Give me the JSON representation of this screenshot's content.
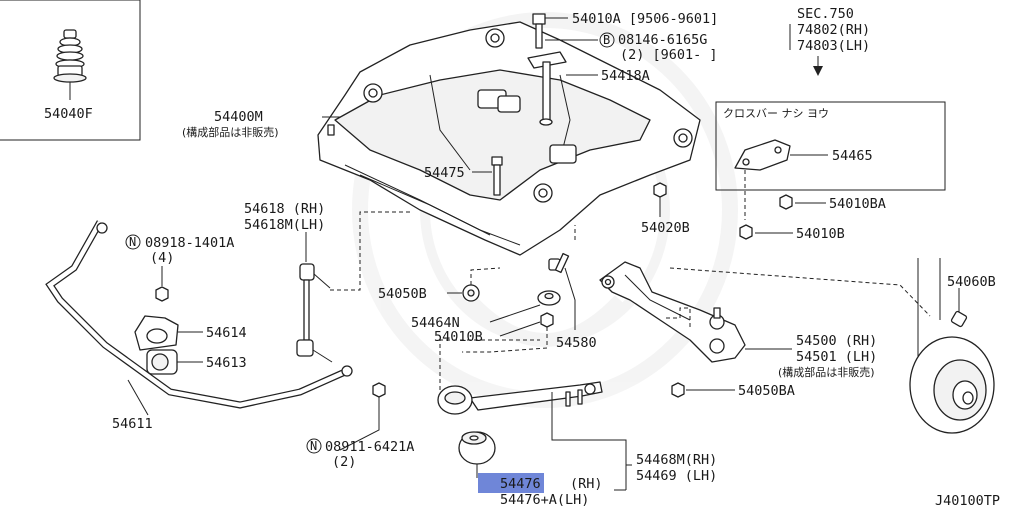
{
  "diagram_id": "J40100TP",
  "labels": {
    "p54040F": "54040F",
    "p54010A": "54010A [9506-9601]",
    "bolt_circ": "B",
    "p08146": "08146-6165G",
    "p08146_qty": "(2)  [9601-     ]",
    "p54418A": "54418A",
    "sec_title": "SEC.750",
    "sec_rh": "74802(RH)",
    "sec_lh": "74803(LH)",
    "p54400M": "54400M",
    "p54400M_note": "(構成部品は非販売)",
    "crossbar_title": "クロスバー  ナシ  ヨウ",
    "p54465": "54465",
    "p54010BA": "54010BA",
    "p54010B_box": "54010B",
    "p54475": "54475",
    "p54020B": "54020B",
    "p54618": "54618  (RH)",
    "p54618M": "54618M(LH)",
    "nut_circ": "N",
    "p08918": "08918-1401A",
    "p08918_qty": "(4)",
    "p54050B": "54050B",
    "p54060B": "54060B",
    "p54464N": "54464N",
    "p54010B": "54010B",
    "p54580": "54580",
    "p54614": "54614",
    "p54613": "54613",
    "p54500": "54500 (RH)",
    "p54501": "54501 (LH)",
    "p54500_note": "(構成部品は非販売)",
    "p54050BA": "54050BA",
    "p54611": "54611",
    "p08911": "08911-6421A",
    "p08911_qty": "(2)",
    "p54468M": "54468M(RH)",
    "p54469": "54469 (LH)",
    "p54476_hl": "54476",
    "p54476_side": "(RH)",
    "p54476A": "54476+A(LH)"
  },
  "colors": {
    "line": "#222222",
    "highlight": "#6f86d8",
    "watermark": "#ececec"
  }
}
